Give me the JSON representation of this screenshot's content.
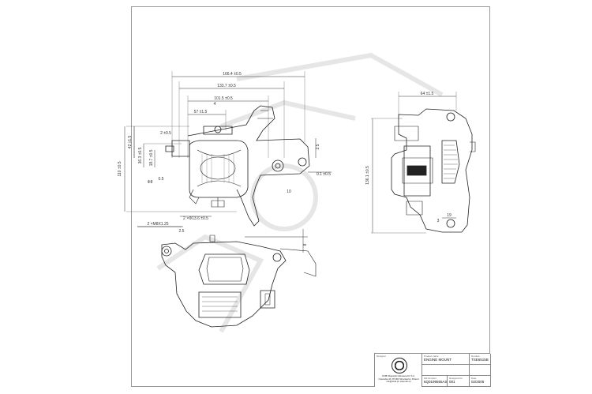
{
  "drawing": {
    "dimensions": {
      "top_overall": "166.4 ±0.5",
      "d2": "133.7 ±0.5",
      "d3": "101.5 ±0.5",
      "d4": "57 ±1.5",
      "d5": "2 ±0.5",
      "d6": "4",
      "left_total": "110 ±0.5",
      "left_a": "42 ±1.5",
      "left_b": "36.3 ±0.5",
      "left_c": "18.7 ±0.5",
      "left_d": "0.5",
      "left_e": "Φ8",
      "right_a": "0.1 ±0.5",
      "right_b": "2.5",
      "right_c": "10",
      "bottom_a": "2 ×Φ13.6 ±0.5",
      "bottom_b": "2 ×M8X1.25",
      "bottom_c": "2.5",
      "bottom_d": "8",
      "side_top": "64 ±1.5",
      "side_left": "136.1 ±0.5",
      "side_bottom": "19",
      "side_small": "3"
    }
  },
  "title_block": {
    "designer_label": "Designer",
    "company_line1": "DOBI Majewski Afanasowicz S.A.",
    "company_line2": "Opacarka 46, 87-800 Wroclaw/ul. Poland",
    "company_line3": "info@dobi.pl, www.dsc.pl",
    "product_name_label": "Product name",
    "product_name": "ENGINE MOUNT",
    "number_label": "Number",
    "number": "TSE6515B",
    "oe_number_label": "OE Number",
    "oe_number": "6Q0199555AS",
    "designed_for_label": "Designed for",
    "designed_for": "001",
    "date_label": "Date",
    "date": "02/2005"
  }
}
